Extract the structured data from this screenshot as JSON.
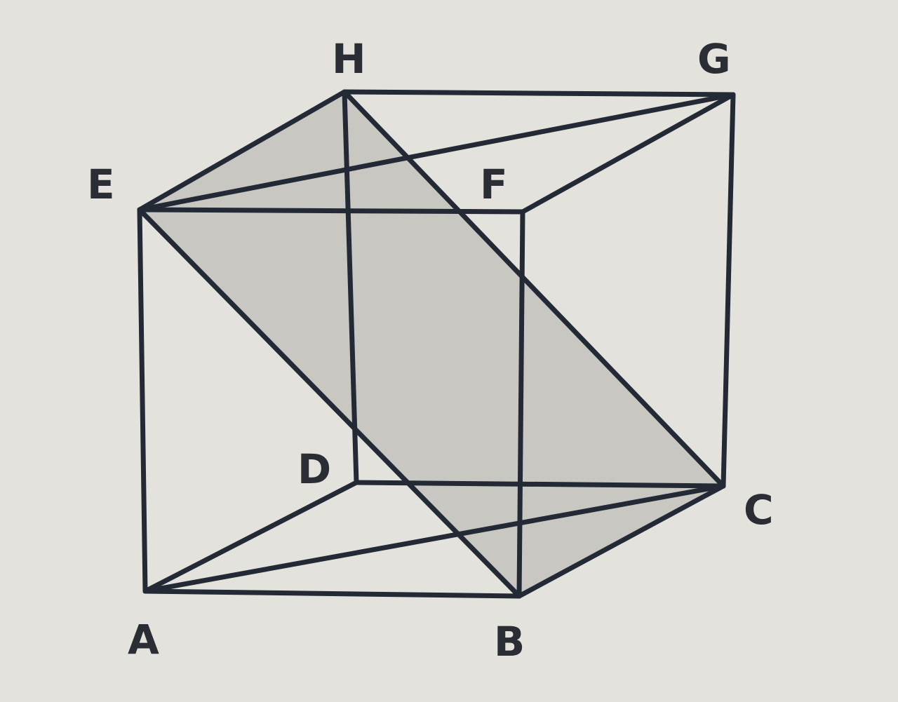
{
  "diagram": {
    "type": "cube-with-shaded-planes",
    "vertices": [
      "A",
      "B",
      "C",
      "D",
      "E",
      "F",
      "G",
      "H"
    ],
    "labels": {
      "A": "A",
      "B": "B",
      "C": "C",
      "D": "D",
      "E": "E",
      "F": "F",
      "G": "G",
      "H": "H"
    },
    "edges": [
      [
        "A",
        "B"
      ],
      [
        "B",
        "C"
      ],
      [
        "C",
        "D"
      ],
      [
        "D",
        "A"
      ],
      [
        "E",
        "F"
      ],
      [
        "F",
        "G"
      ],
      [
        "G",
        "H"
      ],
      [
        "H",
        "E"
      ],
      [
        "A",
        "E"
      ],
      [
        "B",
        "F"
      ],
      [
        "C",
        "G"
      ],
      [
        "D",
        "H"
      ]
    ],
    "diagonals": [
      [
        "E",
        "B"
      ],
      [
        "H",
        "C"
      ],
      [
        "A",
        "C"
      ],
      [
        "E",
        "G"
      ]
    ],
    "shaded_planes": [
      [
        "E",
        "H",
        "C",
        "B"
      ]
    ],
    "colors": {
      "background": "#e4e2dd",
      "line": "#232a35",
      "shade": "#c9c7c2",
      "label": "#2a2d33"
    }
  }
}
